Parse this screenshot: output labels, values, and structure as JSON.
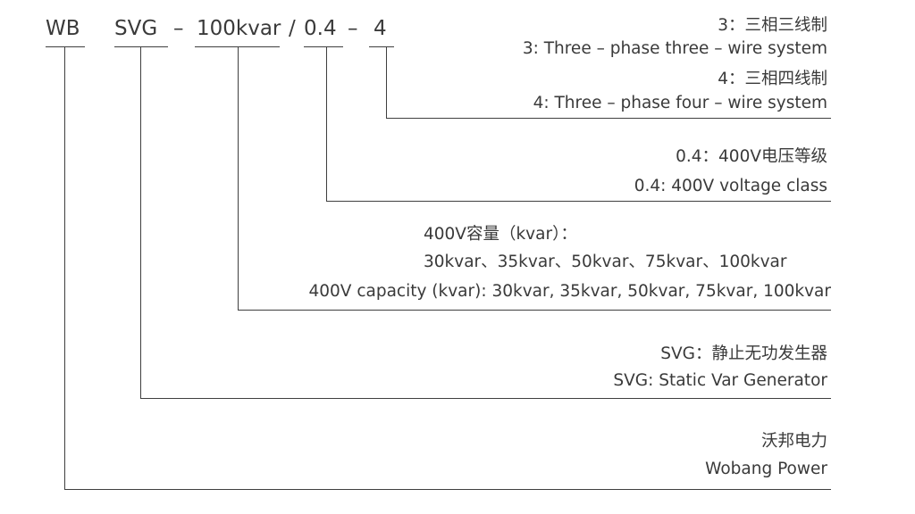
{
  "model_code": {
    "wb": "WB",
    "svg": "SVG",
    "dash1": "–",
    "capacity": "100kvar",
    "slash": "/",
    "voltage": "0.4",
    "dash2": "–",
    "wire": "4"
  },
  "explanations": {
    "wire_3_zh": "3：三相三线制",
    "wire_3_en": "3: Three – phase three – wire system",
    "wire_4_zh": "4：三相四线制",
    "wire_4_en": "4: Three – phase four – wire system",
    "voltage_zh": "0.4：400V电压等级",
    "voltage_en": "0.4: 400V voltage class",
    "capacity_zh": "400V容量（kvar）：",
    "capacity_options": "30kvar、35kvar、50kvar、75kvar、100kvar",
    "capacity_en": "400V capacity (kvar): 30kvar, 35kvar, 50kvar, 75kvar, 100kvar",
    "svg_zh": "SVG：静止无功发生器",
    "svg_en": "SVG: Static Var Generator",
    "wb_zh": "沃邦电力",
    "wb_en": "Wobang Power"
  }
}
